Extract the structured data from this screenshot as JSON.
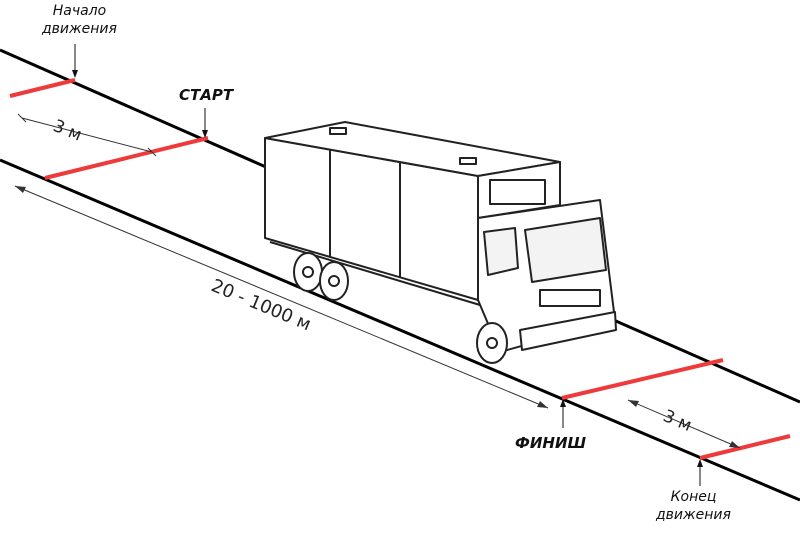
{
  "labels": {
    "start_motion_line1": "Начало",
    "start_motion_line2": "движения",
    "start": "СТАРТ",
    "finish": "ФИНИШ",
    "end_motion_line1": "Конец",
    "end_motion_line2": "движения",
    "dim_start_zone": "3 м",
    "dim_measured": "20 - 1000 м",
    "dim_end_zone": "3 м"
  },
  "colors": {
    "road_line": "#000000",
    "marker_line": "#ee3a3a",
    "dimension_line": "#333333",
    "truck_stroke": "#222222",
    "truck_fill": "#ffffff"
  }
}
